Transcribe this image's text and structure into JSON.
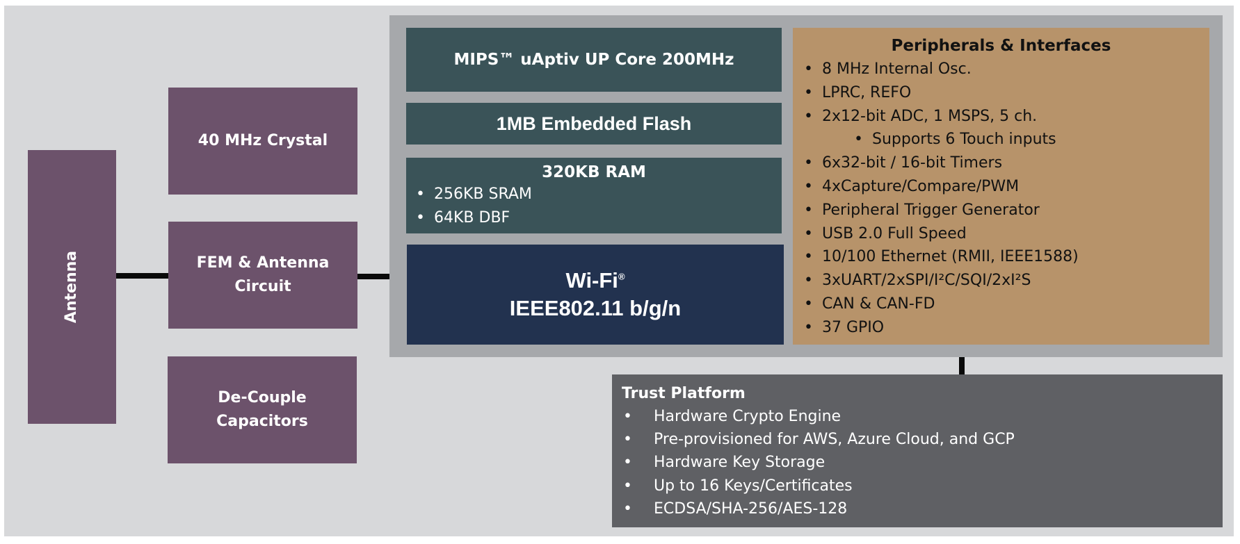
{
  "left": {
    "antenna": "Antenna",
    "crystal": "40 MHz Crystal",
    "fem_line1": "FEM & Antenna",
    "fem_line2": "Circuit",
    "decouple_line1": "De-Couple",
    "decouple_line2": "Capacitors"
  },
  "mcu": {
    "core": "MIPS™ uAptiv UP Core 200MHz",
    "flash": "1MB Embedded Flash",
    "ram": {
      "title": "320KB RAM",
      "items": [
        "256KB SRAM",
        "64KB DBF"
      ]
    },
    "wifi": {
      "line1": "Wi-Fi",
      "line1_sup": "®",
      "line2": "IEEE802.11 b/g/n"
    }
  },
  "peripherals": {
    "title": "Peripherals & Interfaces",
    "items": [
      "8 MHz Internal Osc.",
      "LPRC, REFO",
      "2x12-bit ADC, 1 MSPS, 5 ch.",
      "Supports 6 Touch inputs",
      "6x32-bit / 16-bit Timers",
      "4xCapture/Compare/PWM",
      "Peripheral Trigger Generator",
      "USB 2.0 Full Speed",
      "10/100 Ethernet (RMII, IEEE1588)",
      "3xUART/2xSPI/I²C/SQI/2xI²S",
      "CAN & CAN-FD",
      "37 GPIO"
    ]
  },
  "trust": {
    "title": "Trust Platform",
    "items": [
      "Hardware Crypto Engine",
      "Pre-provisioned for AWS, Azure Cloud, and GCP",
      "Hardware Key Storage",
      "Up to 16 Keys/Certificates",
      "ECDSA/SHA-256/AES-128"
    ]
  },
  "colors": {
    "purple": "#6c526b",
    "teal": "#3a5358",
    "navy": "#22324f",
    "tan": "#b7936a",
    "dark_gray": "#5f6064"
  }
}
